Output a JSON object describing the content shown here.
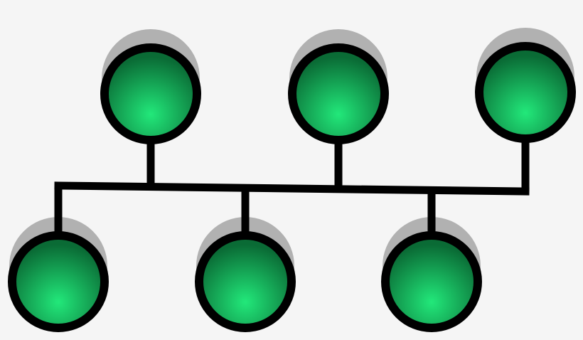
{
  "diagram": {
    "type": "bus-network-topology",
    "background_color": "#f5f5f5",
    "line_color": "#000000",
    "node_color_light": "#22e87a",
    "node_color_dark": "#0a6b35",
    "shadow_color": "#9a9a9a",
    "nodes": [
      {
        "id": "top-left",
        "row": "top"
      },
      {
        "id": "top-middle",
        "row": "top"
      },
      {
        "id": "top-right",
        "row": "top"
      },
      {
        "id": "bottom-left",
        "row": "bottom"
      },
      {
        "id": "bottom-middle",
        "row": "bottom"
      },
      {
        "id": "bottom-right",
        "row": "bottom"
      }
    ],
    "bus": {
      "connects": [
        "top-left",
        "top-middle",
        "top-right",
        "bottom-left",
        "bottom-middle",
        "bottom-right"
      ]
    }
  }
}
